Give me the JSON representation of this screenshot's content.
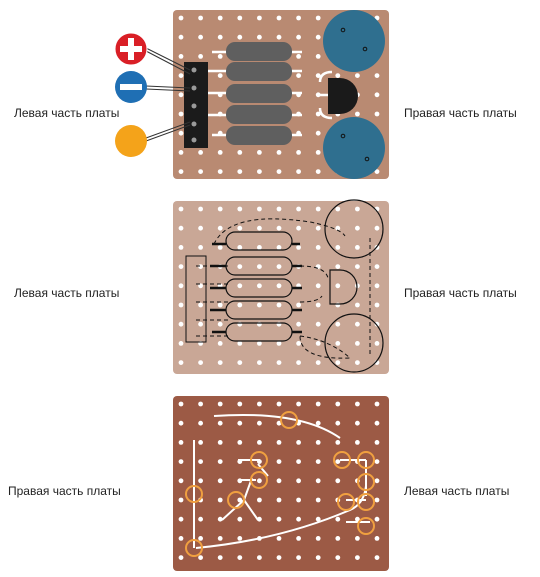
{
  "panels": [
    {
      "left_label": "Левая часть платы",
      "right_label": "Правая часть платы"
    },
    {
      "left_label": "Левая часть платы",
      "right_label": "Правая часть платы"
    },
    {
      "left_label": "Правая часть платы",
      "right_label": "Левая часть платы"
    }
  ],
  "terminals": [
    {
      "symbol": "+",
      "color": "#d91f26",
      "icon": "plus-terminal-icon"
    },
    {
      "symbol": "−",
      "color": "#1f6fb4",
      "icon": "minus-terminal-icon"
    },
    {
      "symbol": "",
      "color": "#f4a31a",
      "icon": "signal-terminal-icon"
    }
  ],
  "colors": {
    "board_top": "#b98a72",
    "board_outline": "#c9a796",
    "board_bottom": "#9c5a45",
    "resistor": "#5f5f5f",
    "capacitor": "#2f6f8f",
    "solder_ring": "#f0a040"
  }
}
